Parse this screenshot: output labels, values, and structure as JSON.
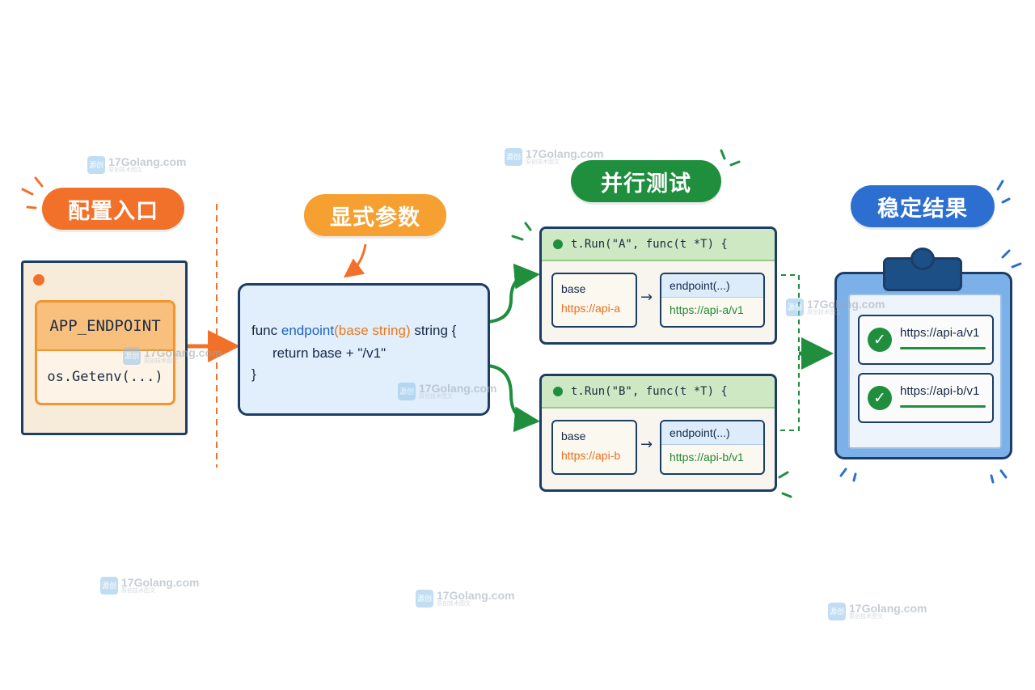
{
  "labels": {
    "config": "配置入口",
    "explicit": "显式参数",
    "parallel": "并行测试",
    "stable": "稳定结果"
  },
  "config_card": {
    "env_var": "APP_ENDPOINT",
    "call": "os.Getenv(...)"
  },
  "func_code": {
    "kw_func": "func",
    "name": "endpoint",
    "paren_open": "(",
    "param": "base string",
    "paren_close": ")",
    "ret_type": "string {",
    "line2": "return base + \"/v1\"",
    "line3": "}"
  },
  "tests": [
    {
      "header": "t.Run(\"A\", func(t *T) {",
      "base_label": "base",
      "base_value": "https://api-a",
      "end_label": "endpoint(...)",
      "end_value": "https://api-a/v1"
    },
    {
      "header": "t.Run(\"B\", func(t *T) {",
      "base_label": "base",
      "base_value": "https://api-b",
      "end_label": "endpoint(...)",
      "end_value": "https://api-b/v1"
    }
  ],
  "results": [
    "https://api-a/v1",
    "https://api-b/v1"
  ],
  "watermark": {
    "logo": "源创",
    "name": "17Golang.com",
    "tagline": "原创技术图文"
  },
  "colors": {
    "orange": "#f2712a",
    "amber": "#f5a030",
    "green": "#1f8f3e",
    "blue": "#2c6fd1",
    "navy": "#1c3d66"
  }
}
